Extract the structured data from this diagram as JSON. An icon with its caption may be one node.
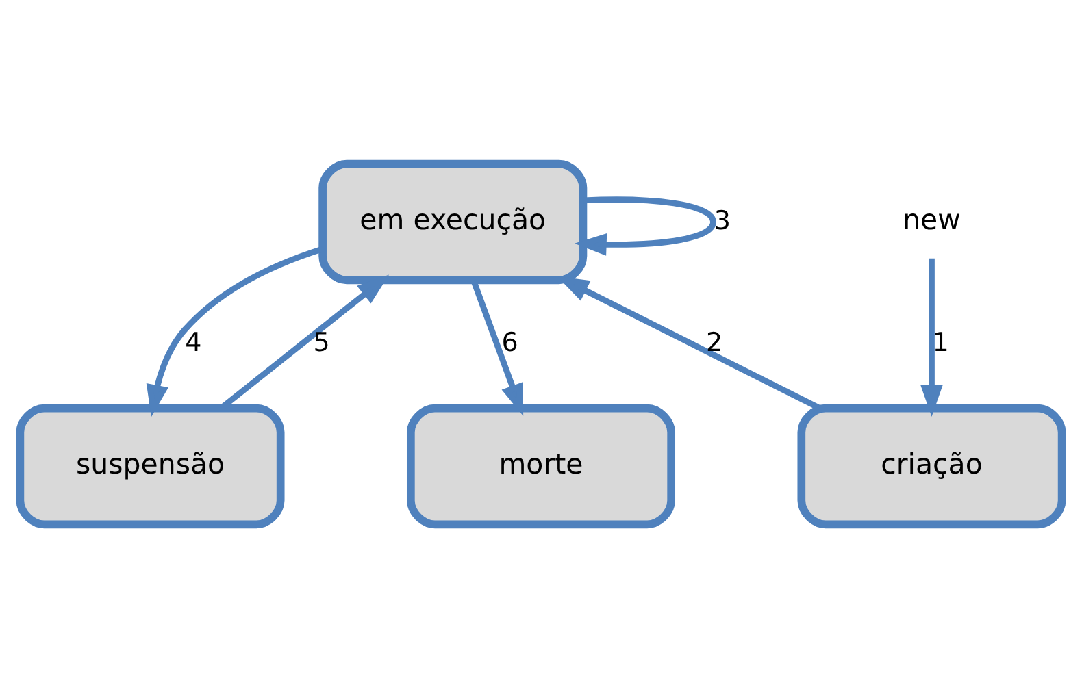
{
  "diagram": {
    "nodes": [
      {
        "text": [
          "em execução"
        ]
      },
      {
        "text": [
          "criação"
        ]
      },
      {
        "text": [
          "suspensão"
        ]
      },
      {
        "text": [
          "morte"
        ]
      },
      {
        "text": [
          "new"
        ]
      }
    ],
    "edges": [
      {
        "from": 4,
        "to": 1,
        "arrow": "to",
        "label": "1"
      },
      {
        "from": 1,
        "to": 0,
        "arrow": "to",
        "label": "2"
      },
      {
        "from": 0,
        "to": 0,
        "arrow": "to",
        "label": "3"
      },
      {
        "from": 0,
        "to": 2,
        "arrow": "to",
        "label": "4"
      },
      {
        "from": 2,
        "to": 0,
        "arrow": "to",
        "label": "5"
      },
      {
        "from": 0,
        "to": 3,
        "arrow": "to",
        "label": "6"
      }
    ]
  }
}
